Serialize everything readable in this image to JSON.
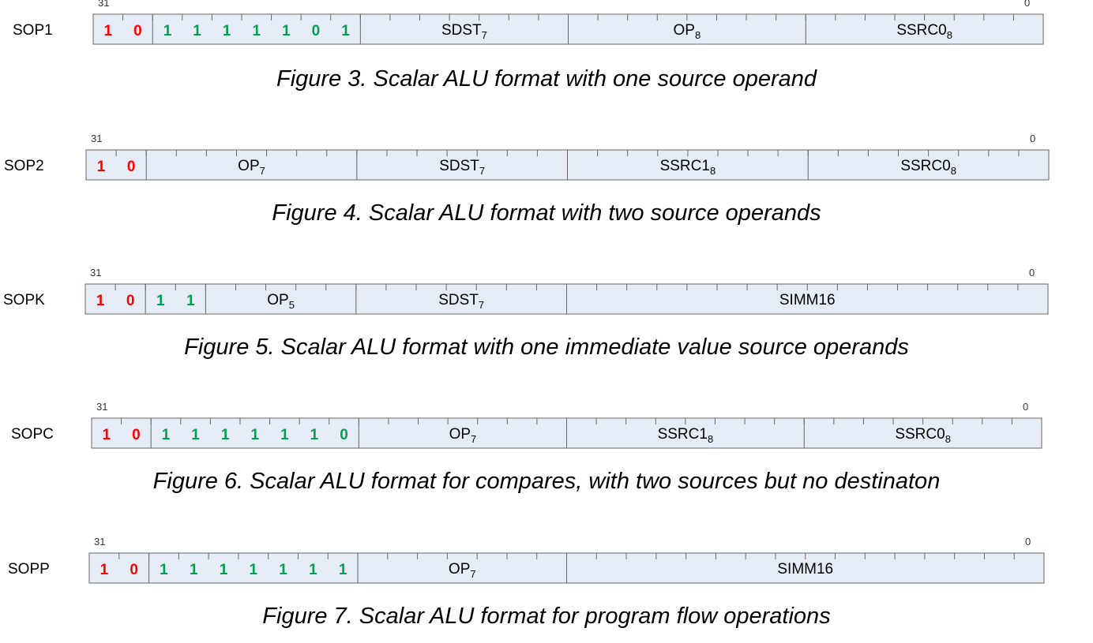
{
  "colors": {
    "register_fill": "#e6ecf6",
    "border": "#666666",
    "opcode_red": "#ff0000",
    "opcode_green": "#00a050"
  },
  "formats": [
    {
      "name": "SOP1",
      "msb_label": "31",
      "lsb_label": "0",
      "caption": "Figure 3. Scalar ALU format with one source operand",
      "opcode_bits": [
        {
          "value": "1",
          "color": "red"
        },
        {
          "value": "0",
          "color": "red"
        },
        {
          "value": "1",
          "color": "green"
        },
        {
          "value": "1",
          "color": "green"
        },
        {
          "value": "1",
          "color": "green"
        },
        {
          "value": "1",
          "color": "green"
        },
        {
          "value": "1",
          "color": "green"
        },
        {
          "value": "0",
          "color": "green"
        },
        {
          "value": "1",
          "color": "green"
        }
      ],
      "fields": [
        {
          "name": "SDST",
          "sub": "7",
          "bits": 7
        },
        {
          "name": "OP",
          "sub": "8",
          "bits": 8
        },
        {
          "name": "SSRC0",
          "sub": "8",
          "bits": 8
        }
      ]
    },
    {
      "name": "SOP2",
      "msb_label": "31",
      "lsb_label": "0",
      "caption": "Figure 4. Scalar ALU format with two source operands",
      "opcode_bits": [
        {
          "value": "1",
          "color": "red"
        },
        {
          "value": "0",
          "color": "red"
        }
      ],
      "fields": [
        {
          "name": "OP",
          "sub": "7",
          "bits": 7
        },
        {
          "name": "SDST",
          "sub": "7",
          "bits": 7
        },
        {
          "name": "SSRC1",
          "sub": "8",
          "bits": 8
        },
        {
          "name": "SSRC0",
          "sub": "8",
          "bits": 8
        }
      ]
    },
    {
      "name": "SOPK",
      "msb_label": "31",
      "lsb_label": "0",
      "caption": "Figure 5. Scalar ALU format with one immediate value source operands",
      "opcode_bits": [
        {
          "value": "1",
          "color": "red"
        },
        {
          "value": "0",
          "color": "red"
        },
        {
          "value": "1",
          "color": "green"
        },
        {
          "value": "1",
          "color": "green"
        }
      ],
      "fields": [
        {
          "name": "OP",
          "sub": "5",
          "bits": 5
        },
        {
          "name": "SDST",
          "sub": "7",
          "bits": 7
        },
        {
          "name": "SIMM16",
          "sub": "",
          "bits": 16
        }
      ]
    },
    {
      "name": "SOPC",
      "msb_label": "31",
      "lsb_label": "0",
      "caption": "Figure 6. Scalar ALU format for compares, with two sources but no destinaton",
      "opcode_bits": [
        {
          "value": "1",
          "color": "red"
        },
        {
          "value": "0",
          "color": "red"
        },
        {
          "value": "1",
          "color": "green"
        },
        {
          "value": "1",
          "color": "green"
        },
        {
          "value": "1",
          "color": "green"
        },
        {
          "value": "1",
          "color": "green"
        },
        {
          "value": "1",
          "color": "green"
        },
        {
          "value": "1",
          "color": "green"
        },
        {
          "value": "0",
          "color": "green"
        }
      ],
      "fields": [
        {
          "name": "OP",
          "sub": "7",
          "bits": 7
        },
        {
          "name": "SSRC1",
          "sub": "8",
          "bits": 8
        },
        {
          "name": "SSRC0",
          "sub": "8",
          "bits": 8
        }
      ]
    },
    {
      "name": "SOPP",
      "msb_label": "31",
      "lsb_label": "0",
      "caption": "Figure 7. Scalar ALU format for program flow operations",
      "opcode_bits": [
        {
          "value": "1",
          "color": "red"
        },
        {
          "value": "0",
          "color": "red"
        },
        {
          "value": "1",
          "color": "green"
        },
        {
          "value": "1",
          "color": "green"
        },
        {
          "value": "1",
          "color": "green"
        },
        {
          "value": "1",
          "color": "green"
        },
        {
          "value": "1",
          "color": "green"
        },
        {
          "value": "1",
          "color": "green"
        },
        {
          "value": "1",
          "color": "green"
        }
      ],
      "fields": [
        {
          "name": "OP",
          "sub": "7",
          "bits": 7
        },
        {
          "name": "SIMM16",
          "sub": "",
          "bits": 16
        }
      ]
    }
  ]
}
